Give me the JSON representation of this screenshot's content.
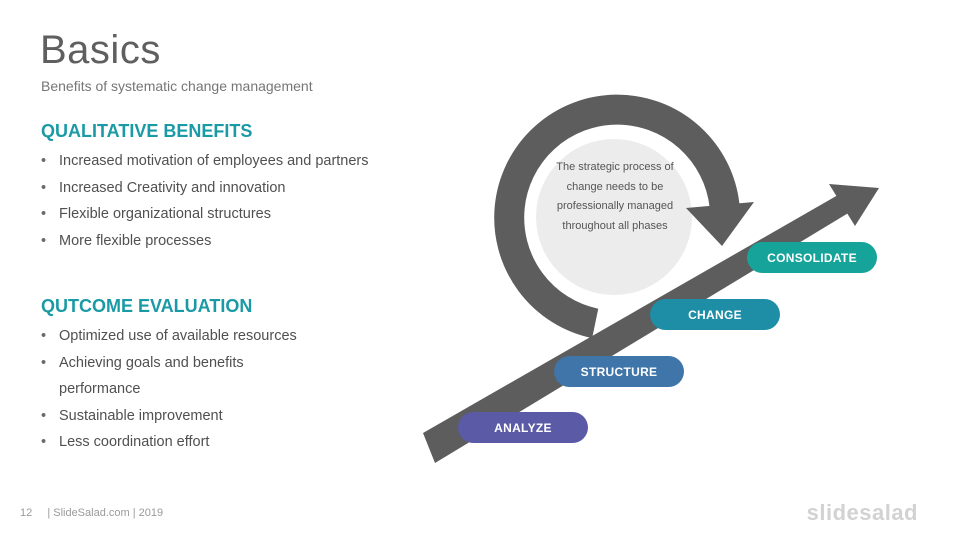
{
  "slide": {
    "title": "Basics",
    "subtitle": "Benefits of systematic change management"
  },
  "sections": [
    {
      "heading": "QUALITATIVE BENEFITS",
      "items": [
        "Increased motivation of employees and partners",
        "Increased Creativity and innovation",
        "Flexible organizational structures",
        "More flexible processes"
      ]
    },
    {
      "heading": "QUTCOME EVALUATION",
      "items": [
        "Optimized use of available resources",
        "Achieving goals and benefits",
        "performance",
        "Sustainable improvement",
        "Less coordination effort"
      ]
    }
  ],
  "bullet_glyph": "•",
  "diagram": {
    "center_text": "The strategic process of change needs to be professionally managed throughout all phases",
    "steps": [
      {
        "label": "ANALYZE",
        "color": "#5b5aa6"
      },
      {
        "label": "STRUCTURE",
        "color": "#3f75a8"
      },
      {
        "label": "CHANGE",
        "color": "#1e8ea6"
      },
      {
        "label": "CONSOLIDATE",
        "color": "#16a39a"
      }
    ],
    "arrow_color": "#5d5d5d",
    "circle_color": "#ececec"
  },
  "footer": {
    "page_number": "12",
    "text": "| SlideSalad.com | 2019"
  },
  "brand": "slidesalad"
}
